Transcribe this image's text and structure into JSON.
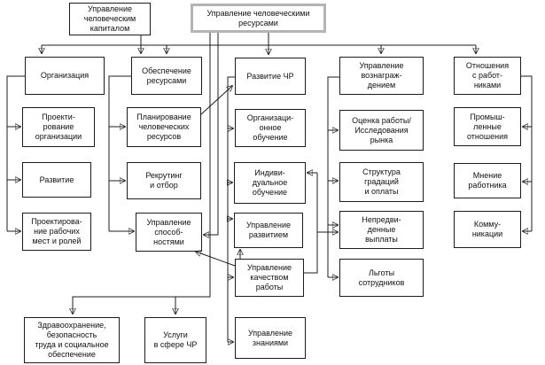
{
  "diagram_type": "flowchart",
  "language": "ru",
  "colors": {
    "background": "#ffffff",
    "box_border": "#1c1c1c",
    "hrm_box_border": "#b4b4b4",
    "connector_line": "#1c1c1c",
    "text": "#111111"
  },
  "nodes": {
    "human_capital_mgmt": {
      "label": "Управление\nчеловеческим\nкапиталом"
    },
    "hrm": {
      "label": "Управление человеческими\nресурсами"
    },
    "organization": {
      "label": "Организация"
    },
    "org_design": {
      "label": "Проекти-\nрование\nорганизации"
    },
    "development": {
      "label": "Развитие"
    },
    "job_role_design": {
      "label": "Проектирова-\nние рабочих\nмест и ролей"
    },
    "resourcing": {
      "label": "Обеспечение\nресурсами"
    },
    "hr_planning": {
      "label": "Планирование\nчеловеческих\nресурсов"
    },
    "recruitment": {
      "label": "Рекрутинг\nи отбор"
    },
    "talent_mgmt": {
      "label": "Управление\nспособ-\nностями"
    },
    "hr_development": {
      "label": "Развитие ЧР"
    },
    "org_learning": {
      "label": "Организаци-\nонное\nобучение"
    },
    "individual_learning": {
      "label": "Индиви-\nдуальное\nобучение"
    },
    "mgmt_development": {
      "label": "Управление\nразвитием"
    },
    "performance_mgmt": {
      "label": "Управление\nкачеством\nработы"
    },
    "knowledge_mgmt": {
      "label": "Управление\nзнаниями"
    },
    "reward_mgmt": {
      "label": "Управление\nвознаграж-\nдением"
    },
    "job_evaluation_market_research": {
      "label": "Оценка работы/\nИсследования\nрынка"
    },
    "grade_pay_structure": {
      "label": "Структура\nградаций\nи оплаты"
    },
    "contingent_pay": {
      "label": "Непредви-\nденные\nвыплаты"
    },
    "employee_benefits": {
      "label": "Льготы\nсотрудников"
    },
    "employee_relations": {
      "label": "Отношения\nс работ-\nниками"
    },
    "industrial_relations": {
      "label": "Промыш-\nленные\nотношения"
    },
    "employee_voice": {
      "label": "Мнение\nработника"
    },
    "communications": {
      "label": "Комму-\nникации"
    },
    "health_safety_welfare": {
      "label": "Здравоохранение,\nбезопасность\nтруда и социальное\nобеспечение"
    },
    "hr_services": {
      "label": "Услуги\nв сфере ЧР"
    }
  }
}
